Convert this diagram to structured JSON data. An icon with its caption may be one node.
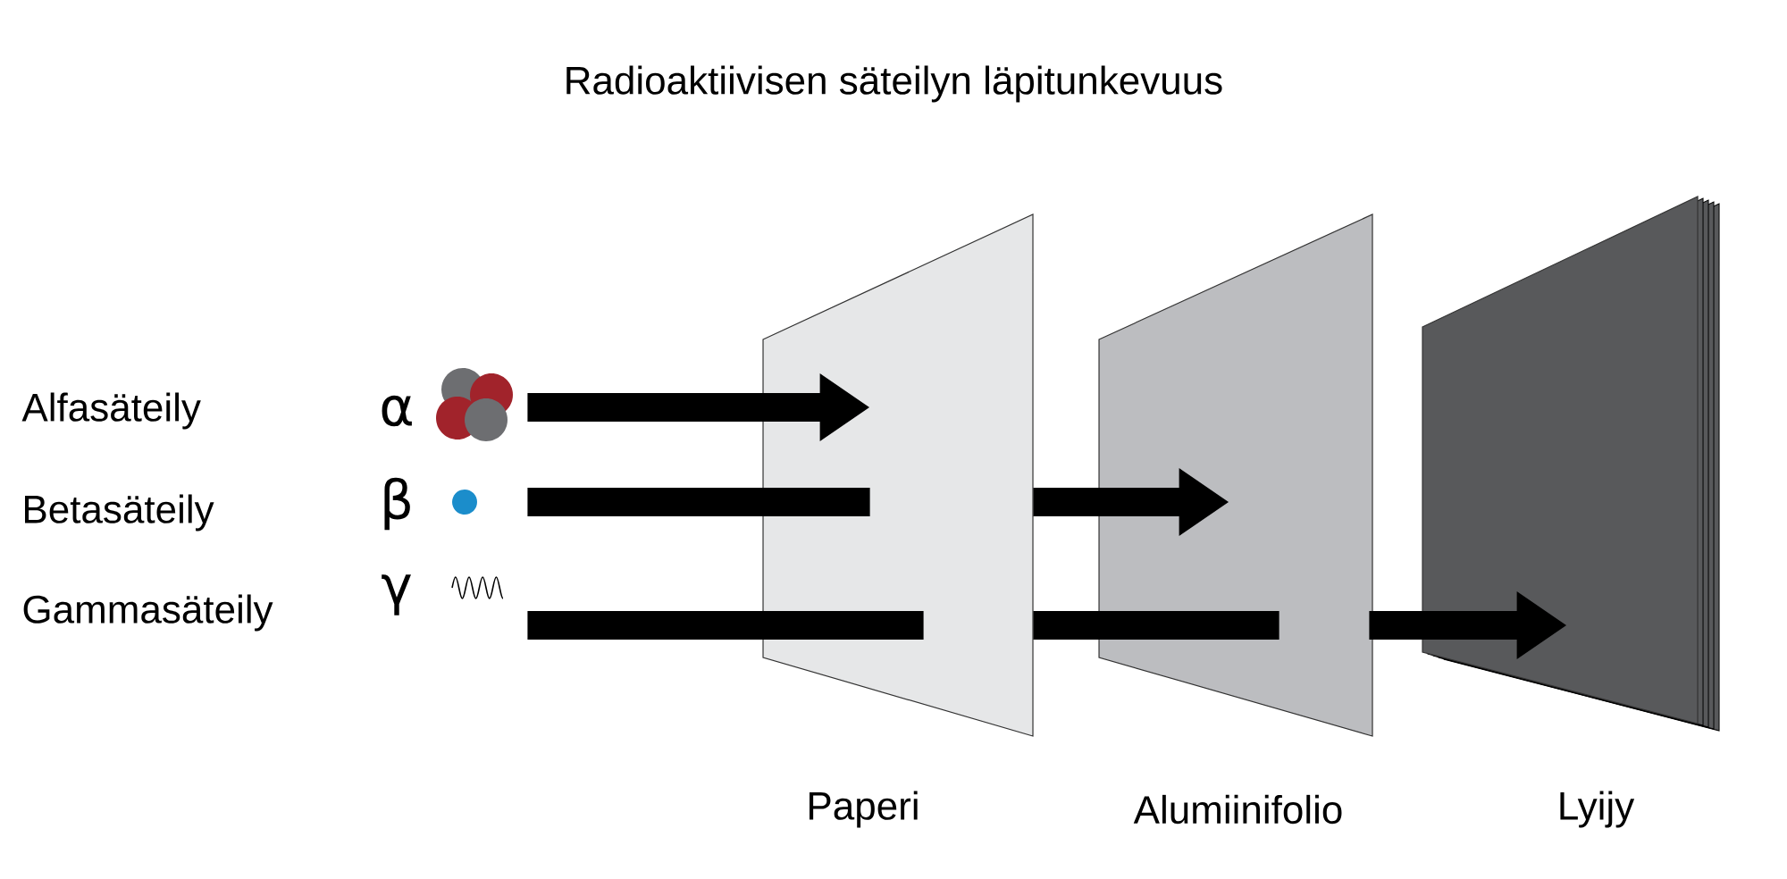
{
  "diagram": {
    "title": "Radioaktiivisen säteilyn läpitunkevuus",
    "nodes": [
      {
        "text": [],
        "shape": "cluster"
      },
      {
        "text": [],
        "shape": "circle"
      },
      {
        "text": [],
        "shape": "wave"
      },
      {
        "text": [],
        "shape": "panel",
        "beside": [
          "Paperi"
        ]
      },
      {
        "text": [],
        "shape": "panel",
        "beside": [
          "Alumiinifolio"
        ]
      },
      {
        "text": [],
        "shape": "stack",
        "beside": [
          "Lyijy"
        ]
      }
    ],
    "edges": [
      {
        "from": 0,
        "to": 3,
        "arrow": "to"
      },
      {
        "from": 1,
        "to": 3,
        "arrow": "none"
      },
      {
        "from": 3,
        "to": 4,
        "arrow": "to"
      },
      {
        "from": 2,
        "to": 3,
        "arrow": "none"
      },
      {
        "from": 3,
        "to": 4,
        "arrow": "none"
      },
      {
        "from": 4,
        "to": 5,
        "arrow": "to"
      }
    ],
    "labels": [
      "Alfasäteily",
      "α",
      "Betasäteily",
      "β",
      "Gammasäteily",
      "γ"
    ]
  }
}
